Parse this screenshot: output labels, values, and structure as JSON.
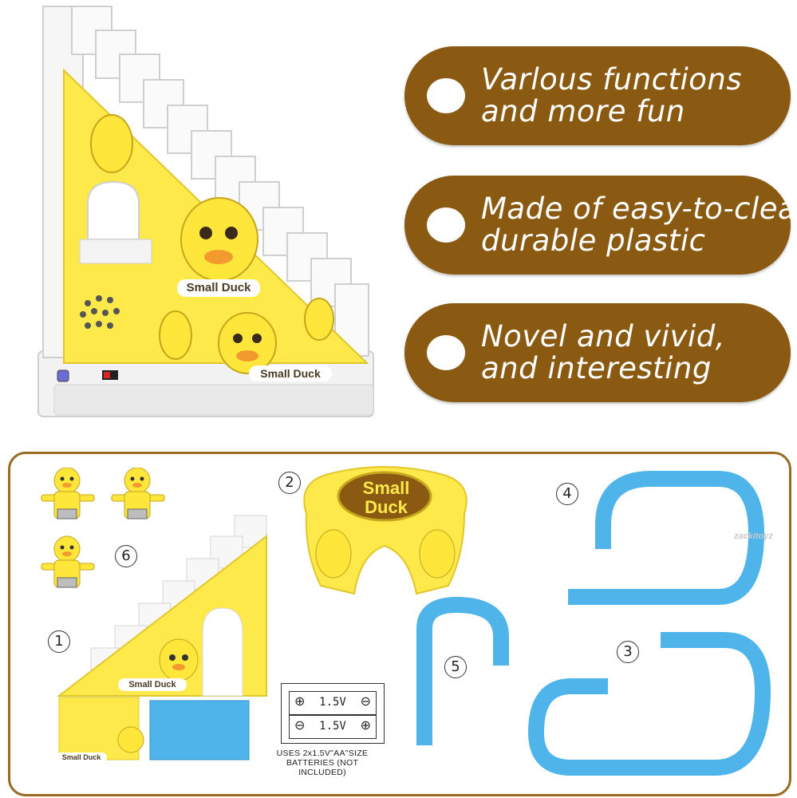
{
  "features": [
    {
      "line1": "Varlous functions",
      "line2": "and more fun"
    },
    {
      "line1": "Made of easy-to-clean,",
      "line2": "durable plastic"
    },
    {
      "line1": "Novel and vivid,",
      "line2": "and interesting"
    }
  ],
  "toy": {
    "label_upper": "Small Duck",
    "label_lower": "Small Duck"
  },
  "parts": {
    "numbers": [
      "1",
      "2",
      "3",
      "4",
      "5",
      "6"
    ],
    "part1_label_upper": "Small Duck",
    "part1_label_lower": "Small Duck",
    "part2_badge_line1": "Small",
    "part2_badge_line2": "Duck",
    "battery": {
      "cell1": "1.5V",
      "cell2": "1.5V",
      "caption_line1": "USES 2x1.5V\"AA\"SIZE",
      "caption_line2": "BATTERIES (NOT INCLUDED)"
    }
  },
  "watermark": "zackitoyz",
  "colors": {
    "tag_brown": "#8a5a12",
    "duck_yellow": "#fde94a",
    "track_blue": "#4fb4ea",
    "board_border": "#9a6a20"
  }
}
